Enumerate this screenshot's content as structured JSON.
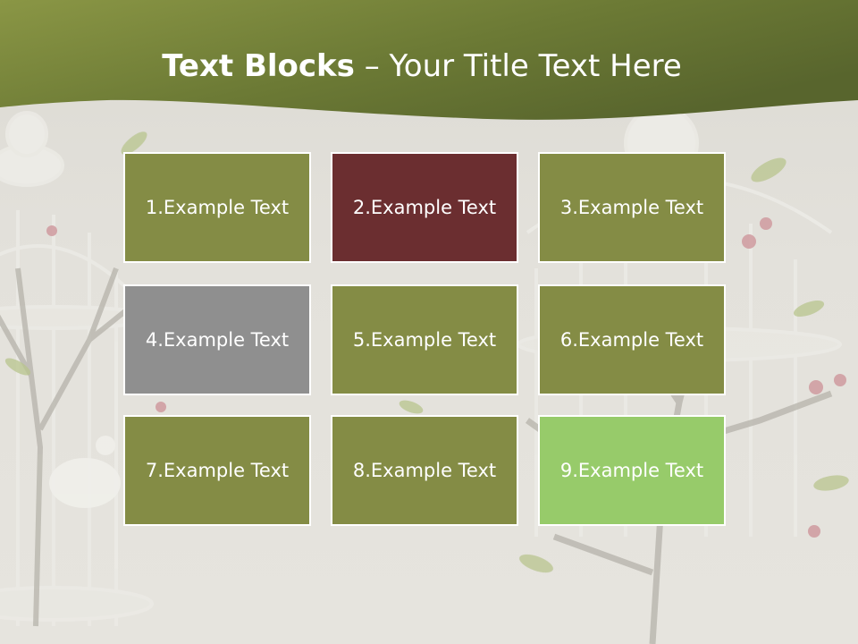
{
  "title": {
    "bold": "Text Blocks",
    "dash": " – ",
    "rest": "Your Title Text Here"
  },
  "colors": {
    "header_dark": "#58652d",
    "header_light": "#8a9645",
    "block_olive": "#848c45",
    "block_maroon": "#6b2e30",
    "block_gray": "#8f8f8f",
    "block_green": "#97cb6a"
  },
  "blocks": [
    {
      "label": "1.Example Text",
      "color": "#848c45"
    },
    {
      "label": "2.Example Text",
      "color": "#6b2e30"
    },
    {
      "label": "3.Example Text",
      "color": "#848c45"
    },
    {
      "label": "4.Example Text",
      "color": "#8f8f8f"
    },
    {
      "label": "5.Example Text",
      "color": "#848c45"
    },
    {
      "label": "6.Example Text",
      "color": "#848c45"
    },
    {
      "label": "7.Example Text",
      "color": "#848c45"
    },
    {
      "label": "8.Example Text",
      "color": "#848c45"
    },
    {
      "label": "9.Example Text",
      "color": "#97cb6a"
    }
  ]
}
